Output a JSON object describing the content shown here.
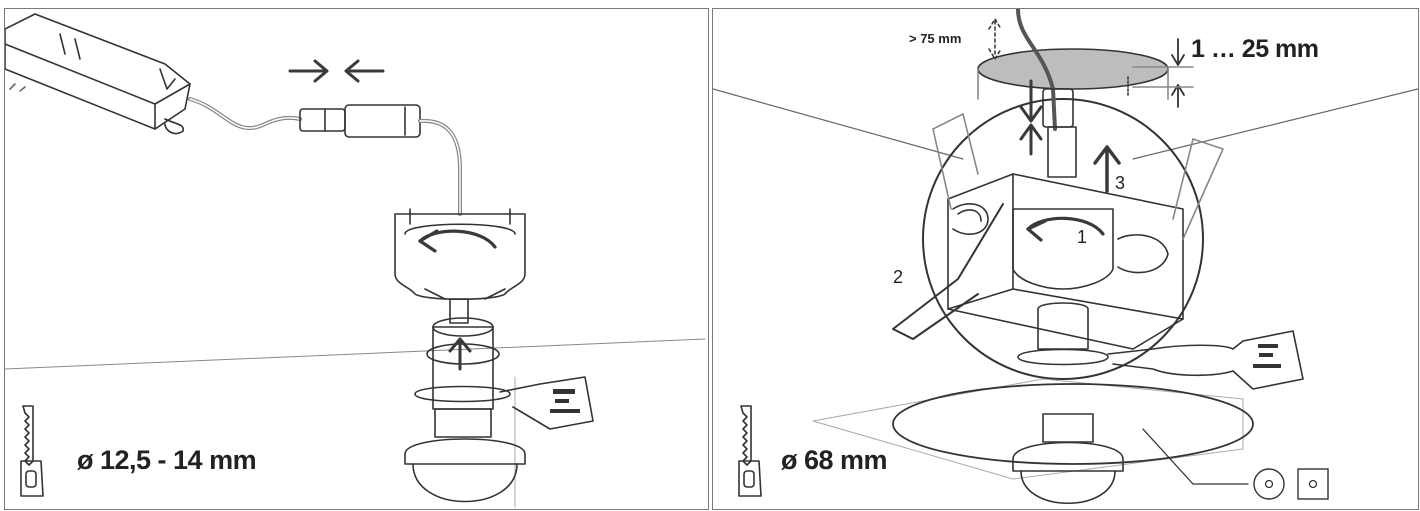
{
  "left_panel": {
    "hole_diameter": "ø 12,5 - 14 mm"
  },
  "right_panel": {
    "hole_diameter": "ø 68 mm",
    "clearance_label": "> 75 mm",
    "ceiling_thickness": "1 … 25 mm",
    "steps": [
      "1",
      "2",
      "3"
    ]
  },
  "colors": {
    "line": "#333333",
    "arrow": "#3a3a3a",
    "ceiling_cutout": "#bdbdbd"
  },
  "icons": [
    "saw-icon",
    "saw-icon",
    "round-cover-icon",
    "square-cover-icon"
  ]
}
